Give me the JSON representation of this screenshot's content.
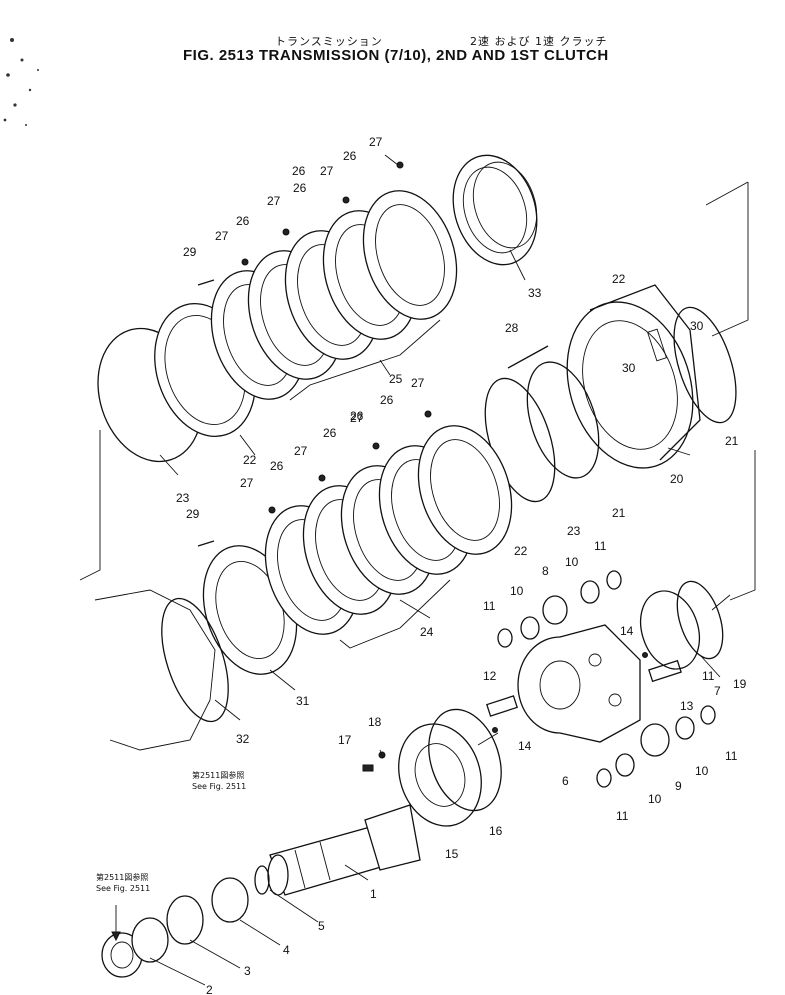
{
  "header": {
    "jp_left": "トランスミッション",
    "jp_right": "2速 および 1速 クラッチ",
    "title": "FIG. 2513  TRANSMISSION (7/10), 2ND AND 1ST CLUTCH"
  },
  "references": [
    {
      "jp": "第2511図参照",
      "en": "See Fig. 2511"
    },
    {
      "jp": "第2511図参照",
      "en": "See Fig. 2511"
    }
  ],
  "callouts": [
    "1",
    "2",
    "3",
    "4",
    "5",
    "6",
    "7",
    "8",
    "9",
    "10",
    "10",
    "10",
    "10",
    "11",
    "11",
    "11",
    "11",
    "11",
    "12",
    "13",
    "14",
    "14",
    "15",
    "16",
    "17",
    "18",
    "19",
    "20",
    "21",
    "21",
    "22",
    "22",
    "22",
    "23",
    "23",
    "24",
    "25",
    "26",
    "26",
    "26",
    "26",
    "26",
    "26",
    "26",
    "26",
    "27",
    "27",
    "27",
    "27",
    "27",
    "27",
    "27",
    "27",
    "28",
    "29",
    "29",
    "30",
    "30",
    "31",
    "32",
    "33"
  ]
}
